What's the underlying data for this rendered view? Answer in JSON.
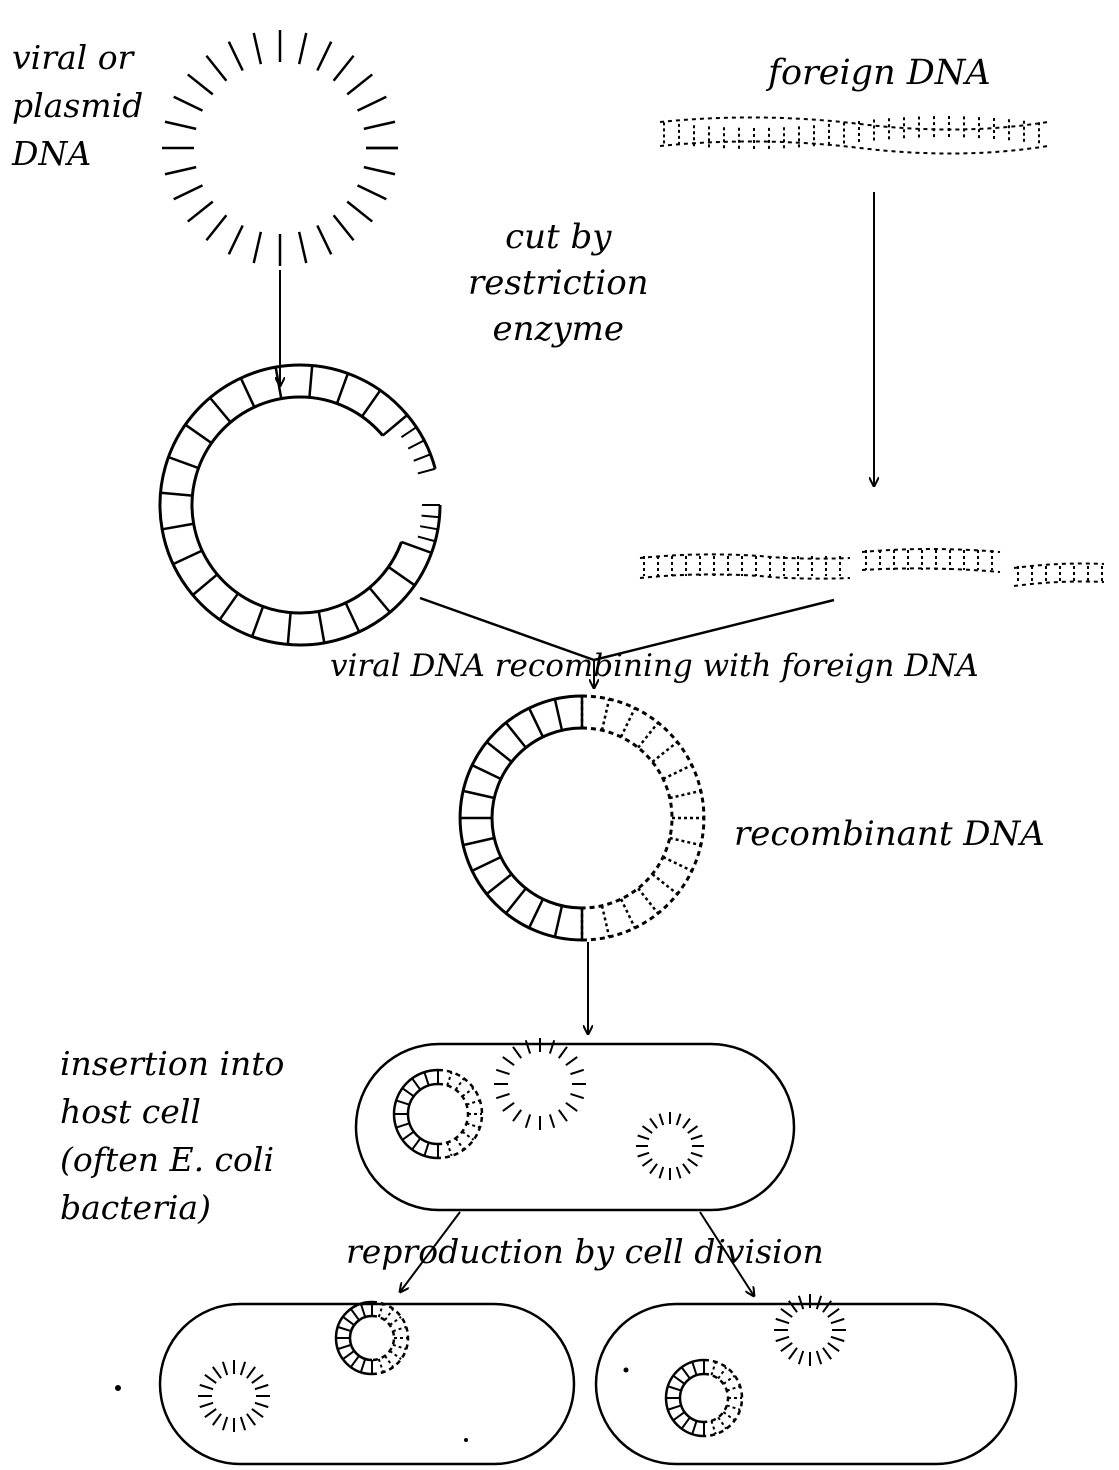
{
  "diagram": {
    "labels": {
      "viral_plasmid": [
        "viral or",
        "plasmid",
        "DNA"
      ],
      "foreign_dna": "foreign DNA",
      "cut_by": [
        "cut by",
        "restriction",
        "enzyme"
      ],
      "recombining": "viral DNA recombining with foreign DNA",
      "recombinant": "recombinant DNA",
      "insertion": [
        "insertion into",
        "host cell",
        "(often E. coli",
        "bacteria)"
      ],
      "reproduction": "reproduction by cell division"
    },
    "colors": {
      "ink": "#000000",
      "background": "#ffffff"
    }
  }
}
